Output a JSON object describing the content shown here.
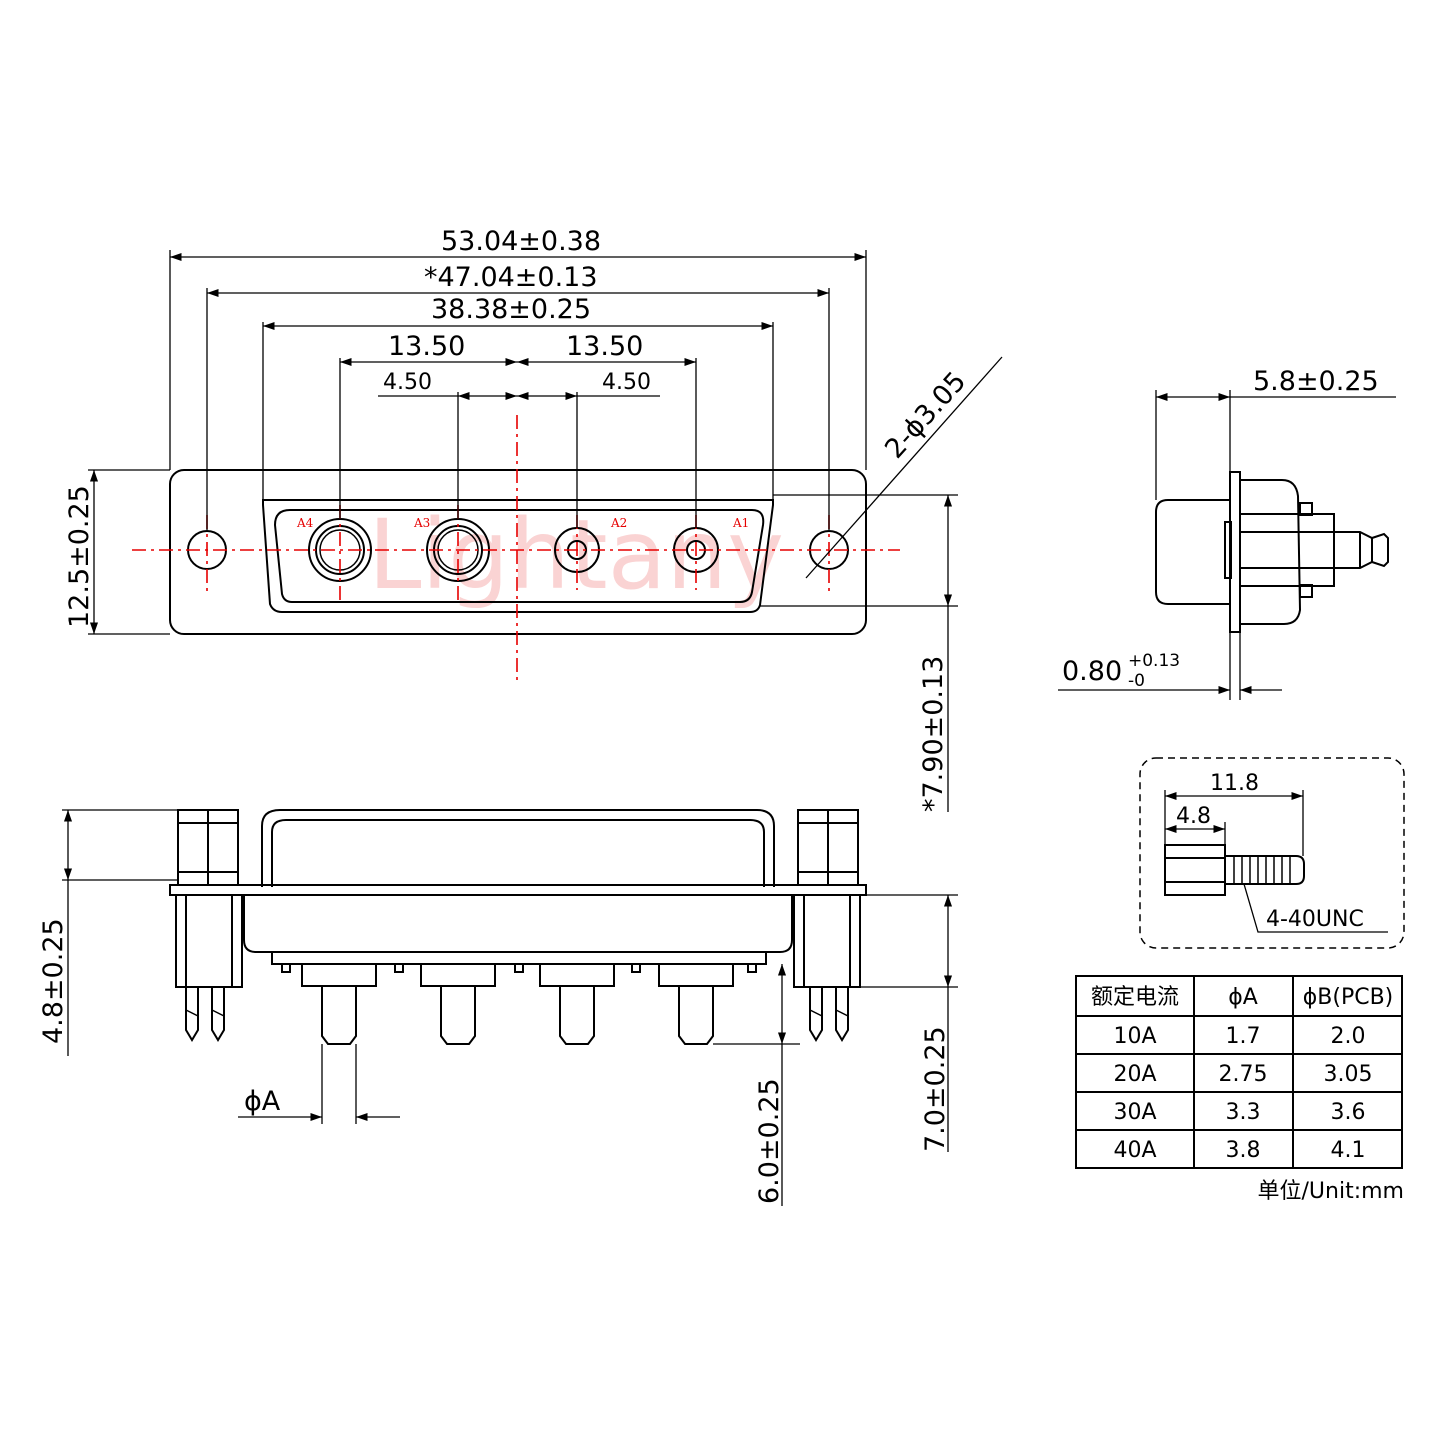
{
  "watermark": "Lightany",
  "front_view": {
    "dims": {
      "overall": "53.04±0.38",
      "mount": "*47.04±0.13",
      "shell": "38.38±0.25",
      "left_pitch": "13.50",
      "right_pitch": "13.50",
      "left_inner": "4.50",
      "right_inner": "4.50",
      "holes": "2-ϕ3.05",
      "height": "12.5±0.25",
      "inner_height": "*7.90±0.13"
    },
    "pins": [
      "A4",
      "A3",
      "A2",
      "A1"
    ]
  },
  "side_view": {
    "depth": "5.8±0.25",
    "flange_main": "0.80",
    "flange_sup": "+0.13",
    "flange_sub": "-0"
  },
  "screw_detail": {
    "length": "11.8",
    "head": "4.8",
    "thread": "4-40UNC"
  },
  "bottom_view": {
    "left_height": "4.8±0.25",
    "pin_dia": "ϕA",
    "pin_length": "6.0±0.25",
    "total_length": "7.0±0.25"
  },
  "table": {
    "headers": [
      "额定电流",
      "ϕA",
      "ϕB(PCB)"
    ],
    "rows": [
      [
        "10A",
        "1.7",
        "2.0"
      ],
      [
        "20A",
        "2.75",
        "3.05"
      ],
      [
        "30A",
        "3.3",
        "3.6"
      ],
      [
        "40A",
        "3.8",
        "4.1"
      ]
    ],
    "unit": "单位/Unit:mm"
  }
}
